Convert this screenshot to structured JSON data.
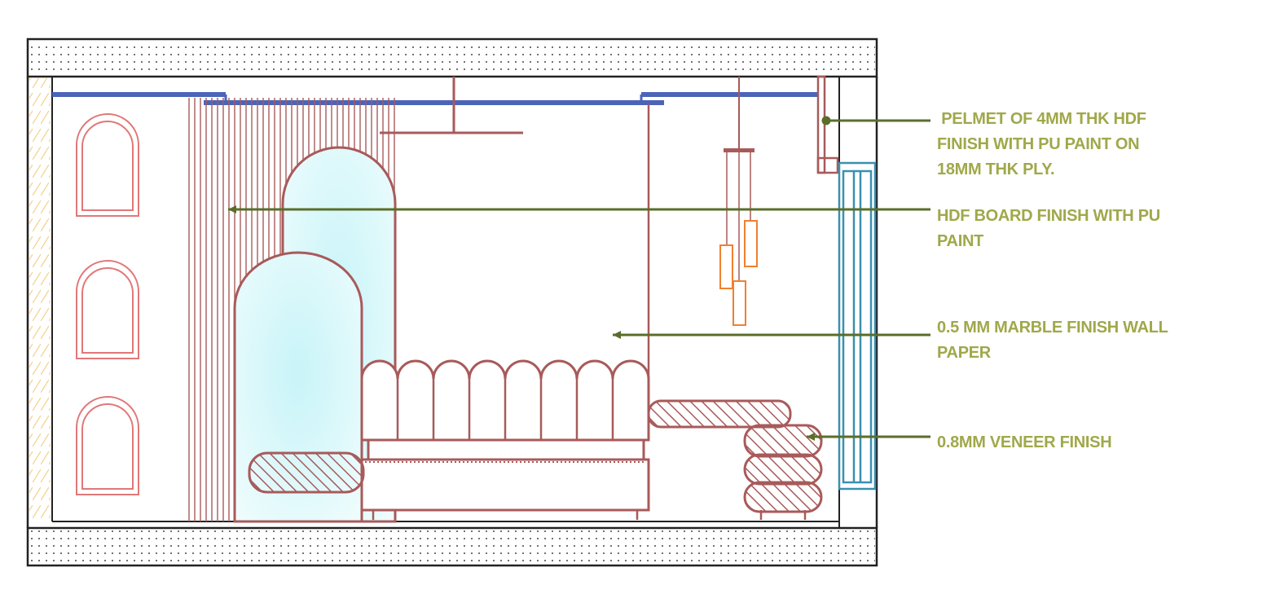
{
  "annotations": [
    {
      "id": "pelmet",
      "lines": [
        " PELMET OF 4MM THK HDF",
        "FINISH WITH PU PAINT ON",
        "18MM THK PLY."
      ]
    },
    {
      "id": "hdf-board",
      "lines": [
        "HDF BOARD FINISH WITH PU",
        "PAINT"
      ]
    },
    {
      "id": "marble-wallpaper",
      "lines": [
        "0.5 MM MARBLE FINISH WALL",
        "PAPER"
      ]
    },
    {
      "id": "veneer",
      "lines": [
        "0.8MM VENEER FINISH"
      ]
    }
  ],
  "colors": {
    "outline": "#222222",
    "furniture": "#a85a5a",
    "wall_niche": "#e07878",
    "ceiling_profile": "#4a64b8",
    "window_frame": "#3a90b0",
    "pendant": "#f08030",
    "leader": "#5a6e2a",
    "annotation_text": "#a0a84a",
    "mirror_glass": "#c8f0f4"
  }
}
